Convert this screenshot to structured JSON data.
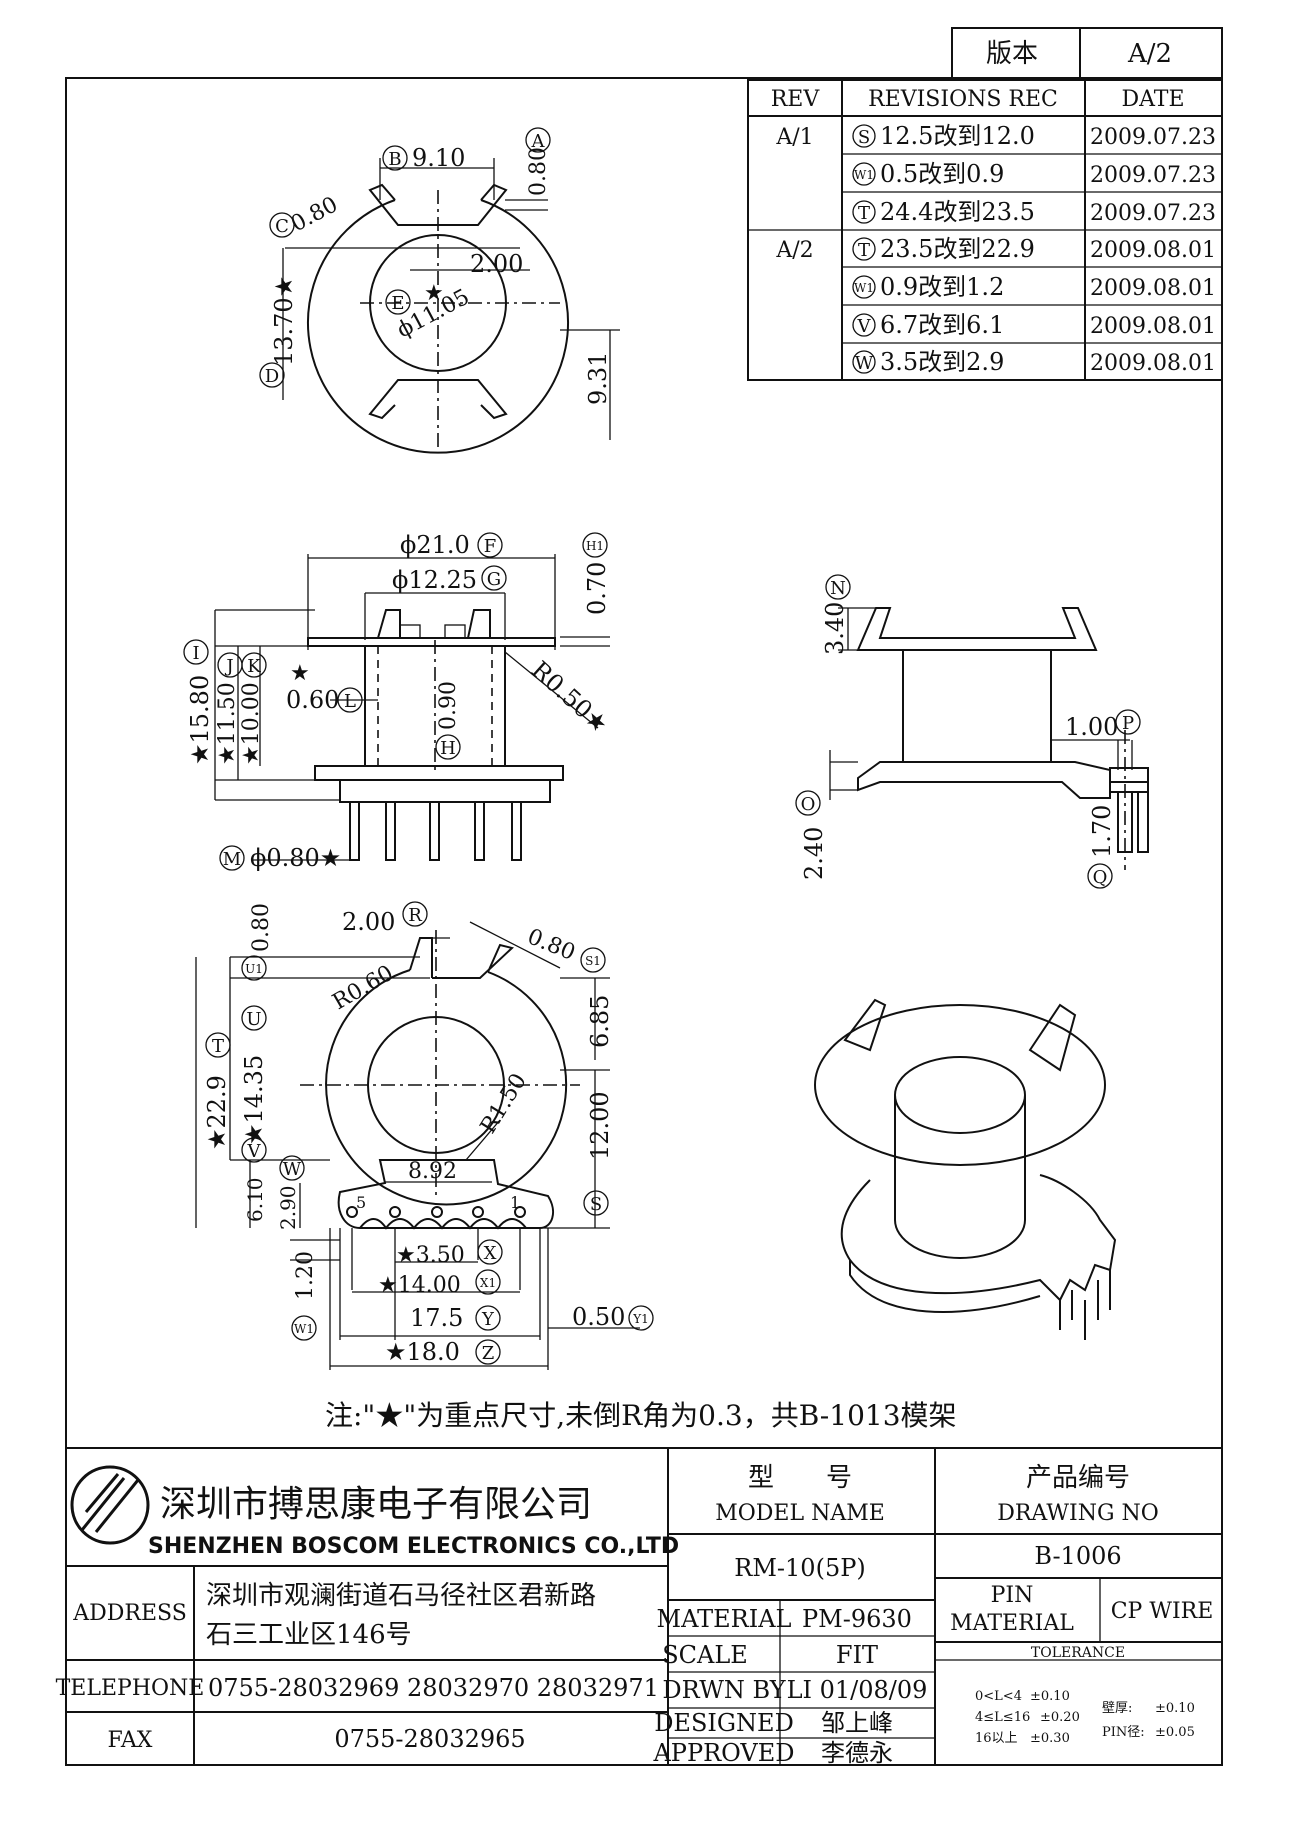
{
  "version_box": {
    "label": "版本",
    "value": "A/2"
  },
  "revisions": {
    "headers": {
      "rev": "REV",
      "rec": "REVISIONS REC",
      "date": "DATE"
    },
    "rows": [
      {
        "rev": "A/1",
        "tag": "S",
        "text": "12.5改到12.0",
        "date": "2009.07.23"
      },
      {
        "rev": "",
        "tag": "W1",
        "text": "0.5改到0.9",
        "date": "2009.07.23"
      },
      {
        "rev": "",
        "tag": "T",
        "text": "24.4改到23.5",
        "date": "2009.07.23"
      },
      {
        "rev": "A/2",
        "tag": "T",
        "text": "23.5改到22.9",
        "date": "2009.08.01"
      },
      {
        "rev": "",
        "tag": "W1",
        "text": "0.9改到1.2",
        "date": "2009.08.01"
      },
      {
        "rev": "",
        "tag": "V",
        "text": "6.7改到6.1",
        "date": "2009.08.01"
      },
      {
        "rev": "",
        "tag": "W",
        "text": "3.5改到2.9",
        "date": "2009.08.01"
      }
    ]
  },
  "top_view": {
    "dim_b": "9.10",
    "tag_b": "B",
    "dim_a": "0.80",
    "tag_a": "A",
    "dim_c": "0.80",
    "tag_c": "C",
    "dim_slot": "2.00",
    "dim_e": "ϕ11.05",
    "tag_e": "E",
    "dim_d": "13.70★",
    "tag_d": "D",
    "dim_right": "9.31"
  },
  "front_view": {
    "dim_f": "ϕ21.0",
    "tag_f": "F",
    "dim_g": "ϕ12.25",
    "tag_g": "G",
    "dim_h1": "0.70",
    "tag_h1": "H1",
    "dim_i": "★15.80",
    "tag_i": "I",
    "dim_j": "★11.50",
    "tag_j": "J",
    "dim_k": "★10.00",
    "tag_k": "K",
    "dim_l": "0.60",
    "tag_l": "L",
    "dim_h": "0.90",
    "tag_h": "H",
    "dim_r": "R0.50★",
    "dim_m": "ϕ0.80★",
    "tag_m": "M",
    "star": "★"
  },
  "side_view": {
    "dim_n": "3.40",
    "tag_n": "N",
    "dim_p": "1.00",
    "tag_p": "P",
    "dim_o": "2.40",
    "tag_o": "O",
    "dim_q": "1.70",
    "tag_q": "Q"
  },
  "bottom_view": {
    "dim_r": "2.00",
    "tag_r": "R",
    "dim_s1": "0.80",
    "tag_s1": "S1",
    "dim_u1": "0.80",
    "tag_u1": "U1",
    "dim_r060": "R0.60",
    "dim_u": "★14.35",
    "tag_u": "U",
    "dim_t": "★22.9",
    "tag_t": "T",
    "dim_v": "6.10",
    "tag_v": "V",
    "dim_w": "2.90",
    "tag_w": "W",
    "dim_685": "6.85",
    "dim_r150": "R1.50",
    "dim_s": "12.00",
    "tag_s": "S",
    "dim_892": "8.92",
    "pin5": "5",
    "pin1": "1",
    "dim_x": "★3.50",
    "tag_x": "X",
    "dim_x1": "★14.00",
    "tag_x1": "X1",
    "dim_w1": "1.20",
    "tag_w1": "W1",
    "dim_y": "17.5",
    "tag_y": "Y",
    "dim_y1": "0.50",
    "tag_y1": "Y1",
    "dim_z": "★18.0",
    "tag_z": "Z"
  },
  "note": "注:\"★\"为重点尺寸,未倒R角为0.3，共B-1013模架",
  "title_block": {
    "company_cn": "深圳市搏思康电子有限公司",
    "company_en": "SHENZHEN BOSCOM ELECTRONICS CO.,LTD",
    "address_label": "ADDRESS",
    "address_line1": "深圳市观澜街道石马径社区君新路",
    "address_line2": "石三工业区146号",
    "telephone_label": "TELEPHONE",
    "telephone_value": "0755-28032969 28032970 28032971",
    "fax_label": "FAX",
    "fax_value": "0755-28032965",
    "model_label_cn": "型　　号",
    "model_label_en": "MODEL NAME",
    "model_value": "RM-10(5P)",
    "drawing_label_cn": "产品编号",
    "drawing_label_en": "DRAWING NO",
    "drawing_value": "B-1006",
    "material_label": "MATERIAL",
    "material_value": "PM-9630",
    "scale_label": "SCALE",
    "scale_value": "FIT",
    "drawn_label": "DRWN BY",
    "drawn_value": "LI 01/08/09",
    "designed_label": "DESIGNED",
    "designed_value": "邹上峰",
    "approved_label": "APPROVED",
    "approved_value": "李德永",
    "pin_material_label_1": "PIN",
    "pin_material_label_2": "MATERIAL",
    "pin_material_value": "CP WIRE",
    "tolerance_label": "TOLERANCE",
    "tol_rows": [
      {
        "range": "0<L<4",
        "value": "±0.10"
      },
      {
        "range": "4≤L≤16",
        "value": "±0.20"
      },
      {
        "range": "16以上",
        "value": "±0.30"
      }
    ],
    "wall_label": "壁厚:",
    "wall_value": "±0.10",
    "pin_dia_label": "PIN径:",
    "pin_dia_value": "±0.05"
  }
}
